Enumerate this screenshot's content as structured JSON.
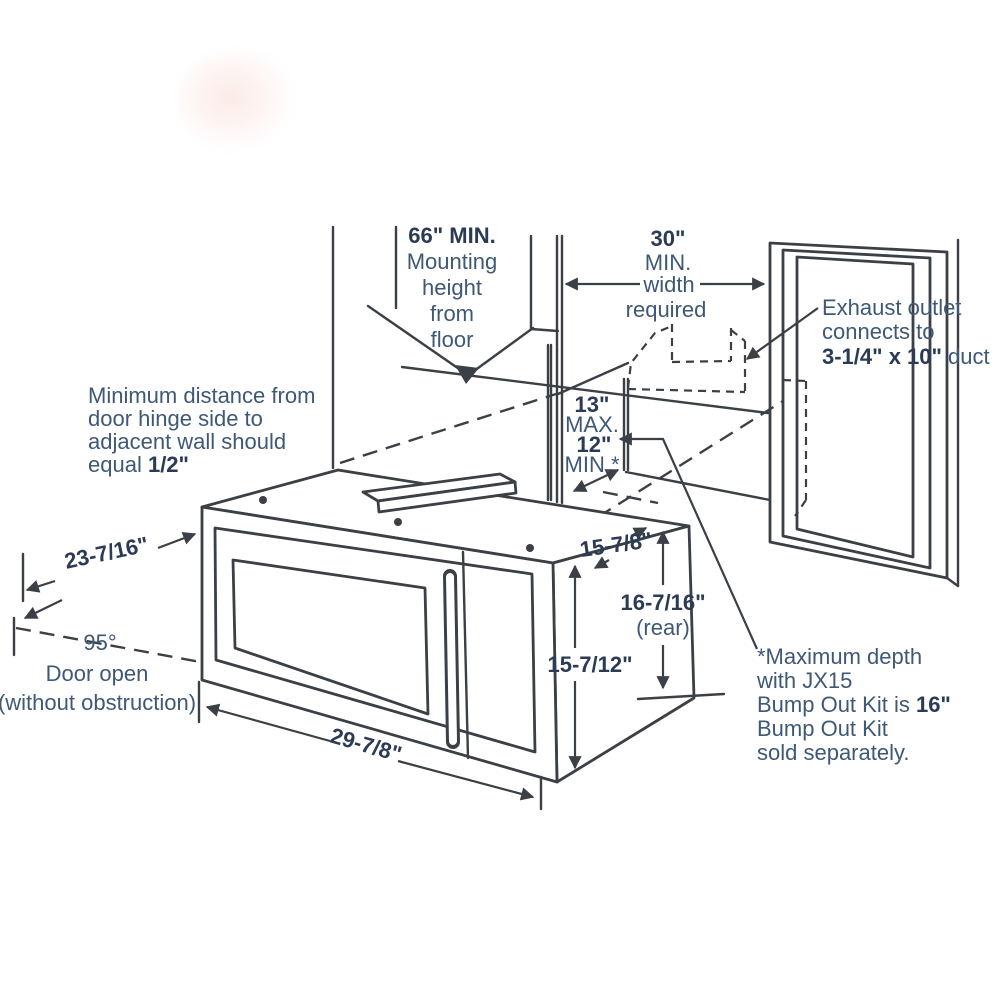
{
  "title": "Over-the-range microwave installation dimensions diagram",
  "colors": {
    "background": "#ffffff",
    "line": "#3b4046",
    "text": "#3e5876",
    "text_bold": "#2b3a55",
    "scan_artifact": "#f8d8d0"
  },
  "labels": {
    "mounting_height": {
      "num": "66\"",
      "min": " MIN.",
      "l2": "Mounting",
      "l3": "height",
      "l4": "from",
      "l5": "floor"
    },
    "width_required": {
      "num": "30\"",
      "min": "MIN.",
      "l3": "width",
      "l4": "required"
    },
    "exhaust": {
      "l1": "Exhaust outlet",
      "l2": "connects to",
      "duct_size": "3-1/4\" x 10\"",
      "duct_word": " duct"
    },
    "depth_range": {
      "max_num": "13\"",
      "max_word": "MAX.",
      "min_num": "12\"",
      "min_word": "MIN.*"
    },
    "hinge_note": {
      "l1": "Minimum distance from",
      "l2": "door hinge side to",
      "l3": "adjacent wall should",
      "l4a": "equal ",
      "l4b": "1/2\""
    },
    "door_projection": "23-7/16\"",
    "door_angle": "95°",
    "door_open": "Door open",
    "obstruction": "(without obstruction)",
    "overall_width": "29-7/8\"",
    "top_depth": "15-7/8\"",
    "rear_height": "16-7/16\"",
    "rear_word": "(rear)",
    "front_height": "15-7/12\"",
    "note": {
      "l1": "*Maximum depth",
      "l2": "with JX15",
      "l3a": "Bump Out Kit is ",
      "l3b": "16\"",
      "l4": "Bump Out Kit",
      "l5": "sold separately."
    }
  }
}
